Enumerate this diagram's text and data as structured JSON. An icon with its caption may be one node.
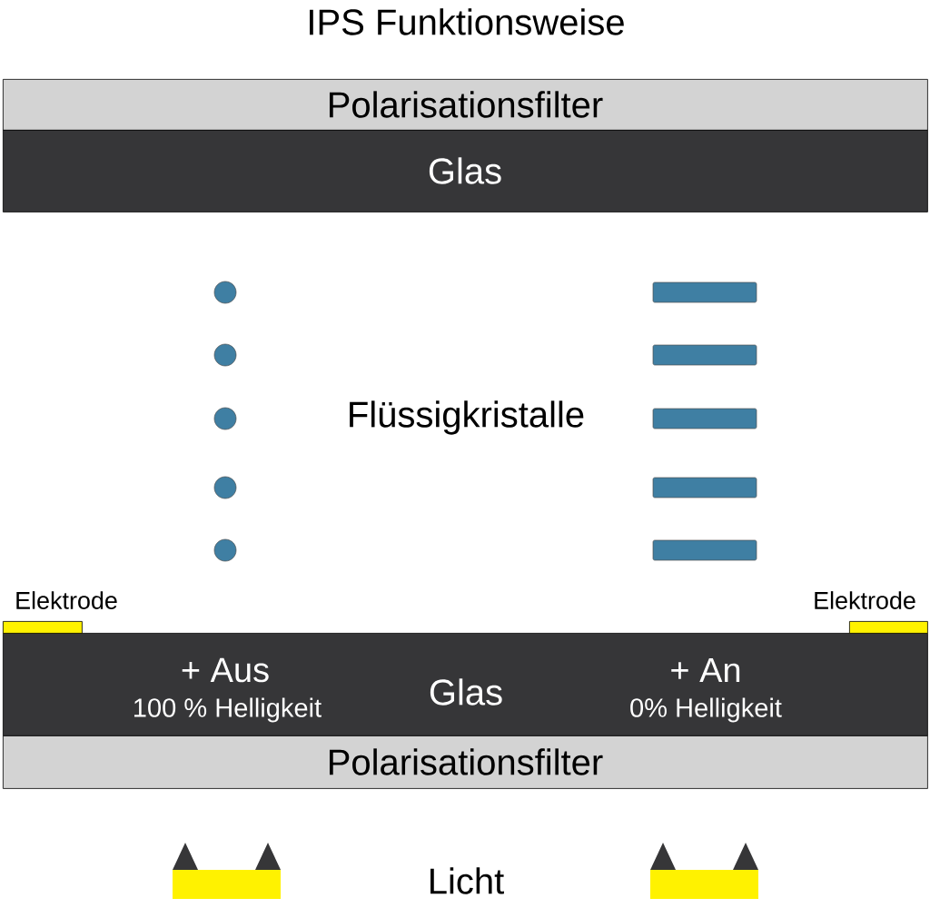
{
  "diagram": {
    "title": "IPS Funktionsweise",
    "nodes": [
      {
        "text": [
          "Polarisationsfilter"
        ]
      },
      {
        "text": [
          "Glas"
        ]
      },
      {
        "text": [
          "+ Aus",
          "100 % Helligkeit",
          "Glas",
          "+ An",
          "0% Helligkeit"
        ]
      },
      {
        "text": [
          "Polarisationsfilter"
        ]
      },
      {
        "text": [],
        "shape": "box",
        "beside": [
          "Elektrode"
        ]
      },
      {
        "text": [],
        "shape": "box",
        "beside": [
          "Elektrode"
        ]
      }
    ],
    "labels": [
      "Flüssigkristalle",
      "Licht"
    ]
  }
}
